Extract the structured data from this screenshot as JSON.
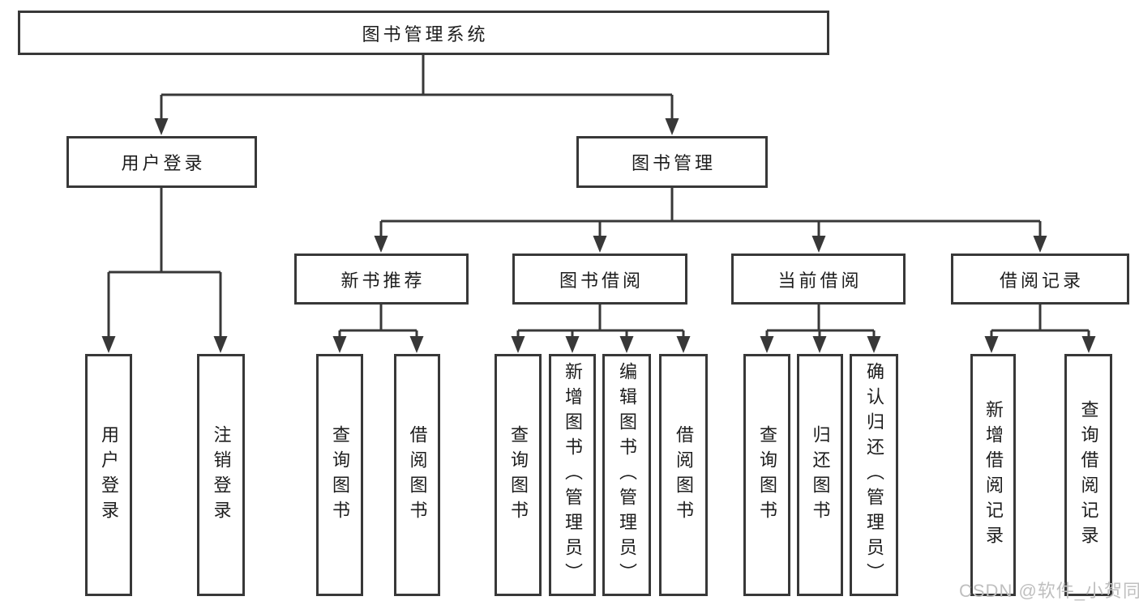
{
  "diagram": {
    "title": "图书管理系统",
    "user_branch": {
      "label": "用户登录",
      "children": [
        "用户登录",
        "注销登录"
      ]
    },
    "management_branch": {
      "label": "图书管理",
      "modules": [
        {
          "label": "新书推荐",
          "children": [
            "查询图书",
            "借阅图书"
          ]
        },
        {
          "label": "图书借阅",
          "children": [
            "查询图书",
            "新增图书（管理员）",
            "编辑图书（管理员）",
            "借阅图书"
          ]
        },
        {
          "label": "当前借阅",
          "children": [
            "查询图书",
            "归还图书",
            "确认归还（管理员）"
          ]
        },
        {
          "label": "借阅记录",
          "children": [
            "新增借阅记录",
            "查询借阅记录"
          ]
        }
      ]
    }
  },
  "watermark": "CSDN @软件_小贺同学",
  "colors": {
    "line": "#383838",
    "text": "#1d1d1d",
    "watermark": "#bfbfbf",
    "background": "#ffffff"
  }
}
